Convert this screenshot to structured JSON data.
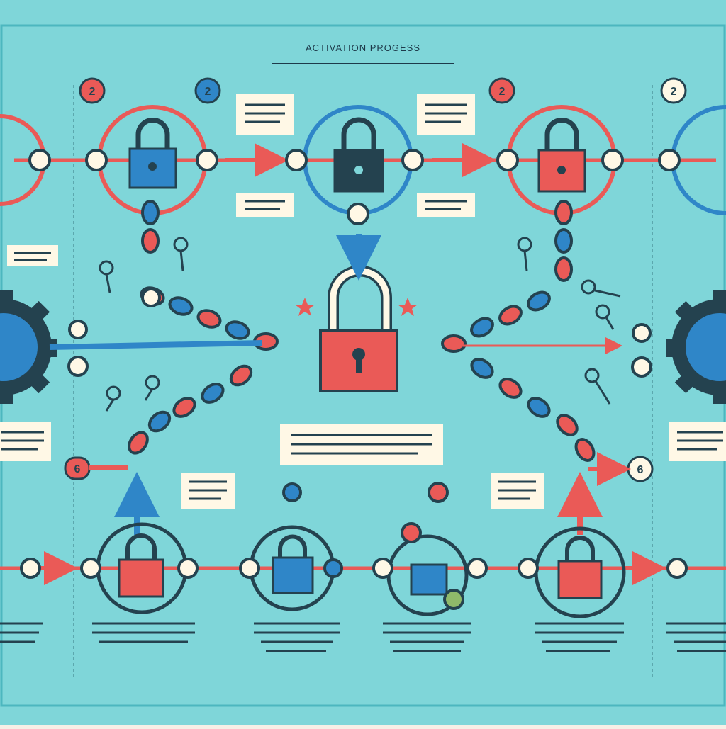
{
  "title": "ACTIVATION PROGESS",
  "badges": {
    "top_left_1": "2",
    "top_left_2": "2",
    "top_right_1": "2",
    "top_right_2": "2",
    "side_left": "6",
    "side_right": "6"
  },
  "colors": {
    "background": "#7fd6d9",
    "red": "#ea5a57",
    "blue": "#2f86c8",
    "navy": "#24424f",
    "cream": "#fff8e6",
    "line": "#2f86c8"
  },
  "icons": [
    "padlock-icon",
    "key-icon",
    "gear-icon",
    "chain-icon",
    "arrow-icon",
    "sparkle-icon"
  ]
}
